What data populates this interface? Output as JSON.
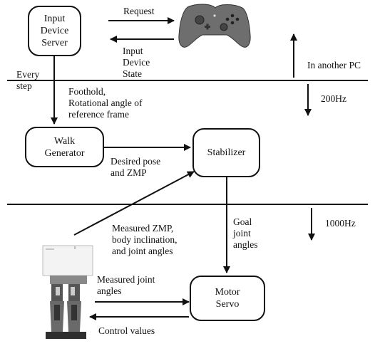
{
  "blocks": {
    "input_device_server": "Input\nDevice\nServer",
    "walk_generator": "Walk\nGenerator",
    "stabilizer": "Stabilizer",
    "motor_servo": "Motor\nServo"
  },
  "labels": {
    "request": "Request",
    "input_device_state": "Input\nDevice\nState",
    "every_step": "Every\nstep",
    "foothold": "Foothold,\nRotational angle of\nreference frame",
    "in_another_pc": "In another PC",
    "rate_200": "200Hz",
    "desired_pose": "Desired pose\nand ZMP",
    "rate_1000": "1000Hz",
    "goal_joint": "Goal\njoint\nangles",
    "measured_zmp": "Measured ZMP,\nbody inclination,\nand joint angles",
    "measured_joint": "Measured joint\nangles",
    "control_values": "Control values"
  },
  "icons": {
    "gamepad": "gamepad-icon",
    "robot": "humanoid-robot-icon"
  },
  "colors": {
    "line": "#111111",
    "gamepad": "#6e6e6e"
  }
}
